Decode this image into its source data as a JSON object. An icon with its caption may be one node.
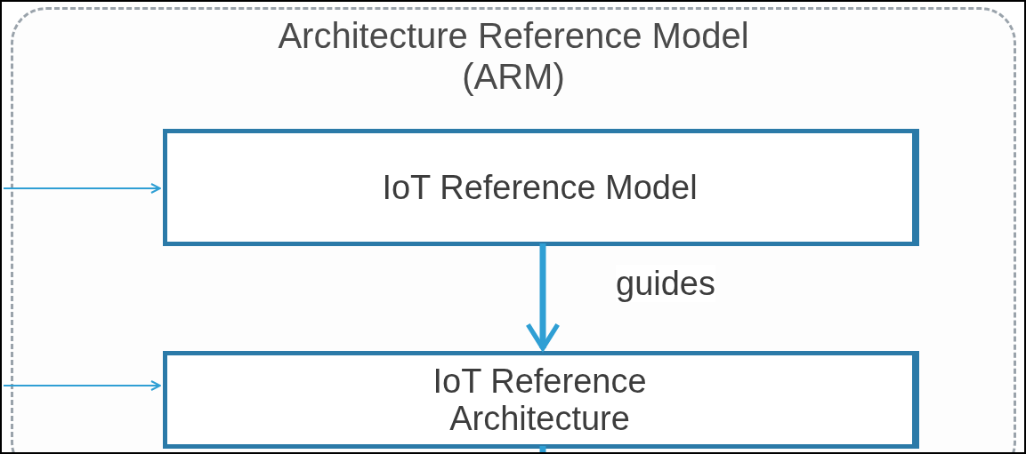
{
  "diagram": {
    "nodes": [
      {
        "text": [
          "Architecture Reference Model (ARM)"
        ]
      },
      {
        "text": [
          "IoT Reference Model"
        ],
        "in": 0
      },
      {
        "text": [
          "IoT Reference Architecture"
        ],
        "in": 0
      }
    ],
    "edges": [
      {
        "from": null,
        "to": 1,
        "arrow": "to"
      },
      {
        "from": null,
        "to": 2,
        "arrow": "to"
      },
      {
        "from": 1,
        "to": 2,
        "arrow": "to",
        "label": "guides",
        "style": "thick"
      },
      {
        "from": 2,
        "to": null,
        "arrow": "none",
        "style": "thick"
      }
    ]
  }
}
